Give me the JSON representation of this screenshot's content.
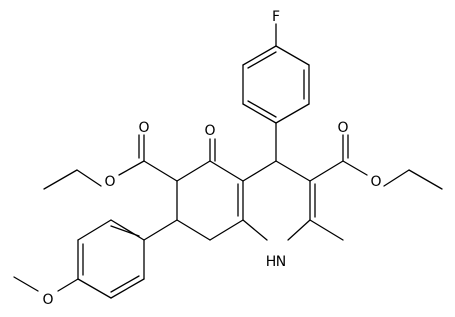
{
  "atom_labels": {
    "fluorine": "F",
    "carbonyl_oxygen": "O",
    "left_ester_carbonyl_o": "O",
    "left_ester_ether_o": "O",
    "right_ester_carbonyl_o": "O",
    "right_ester_ether_o": "O",
    "ring_nh": "H",
    "ring_n": "N",
    "methoxy_o": "O"
  }
}
